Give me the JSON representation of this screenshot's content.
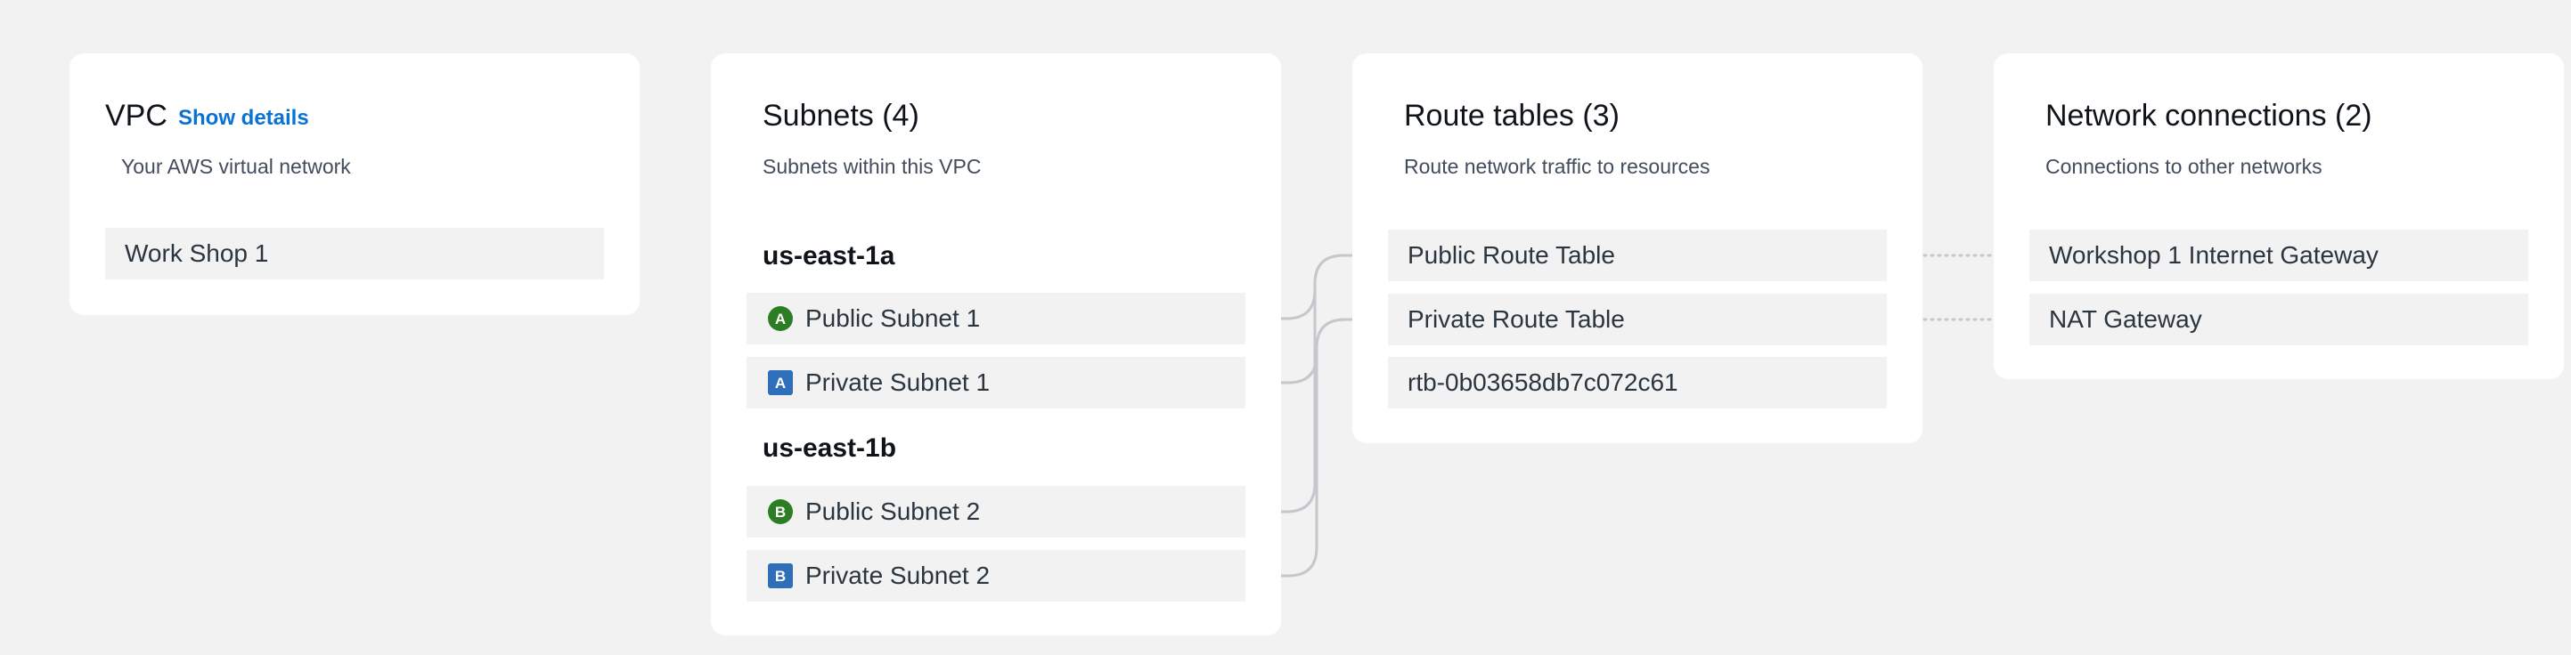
{
  "vpc": {
    "title": "VPC",
    "show_details": "Show details",
    "subtitle": "Your AWS virtual network",
    "name": "Work Shop 1"
  },
  "subnets": {
    "title": "Subnets (4)",
    "subtitle": "Subnets within this VPC",
    "zones": [
      {
        "name": "us-east-1a",
        "items": [
          {
            "badge": "A",
            "type": "public",
            "label": "Public Subnet 1"
          },
          {
            "badge": "A",
            "type": "private",
            "label": "Private Subnet 1"
          }
        ]
      },
      {
        "name": "us-east-1b",
        "items": [
          {
            "badge": "B",
            "type": "public",
            "label": "Public Subnet 2"
          },
          {
            "badge": "B",
            "type": "private",
            "label": "Private Subnet 2"
          }
        ]
      }
    ]
  },
  "route_tables": {
    "title": "Route tables (3)",
    "subtitle": "Route network traffic to resources",
    "items": [
      {
        "label": "Public Route Table"
      },
      {
        "label": "Private Route Table"
      },
      {
        "label": "rtb-0b03658db7c072c61"
      }
    ]
  },
  "network_connections": {
    "title": "Network connections (2)",
    "subtitle": "Connections to other networks",
    "items": [
      {
        "label": "Workshop 1 Internet Gateway"
      },
      {
        "label": "NAT Gateway"
      }
    ]
  },
  "colors": {
    "background": "#f1f2f1",
    "card": "#ffffff",
    "link": "#0972d3",
    "public_badge": "#2d7d24",
    "private_badge": "#2f6fba",
    "connector": "#c6c6cd"
  }
}
